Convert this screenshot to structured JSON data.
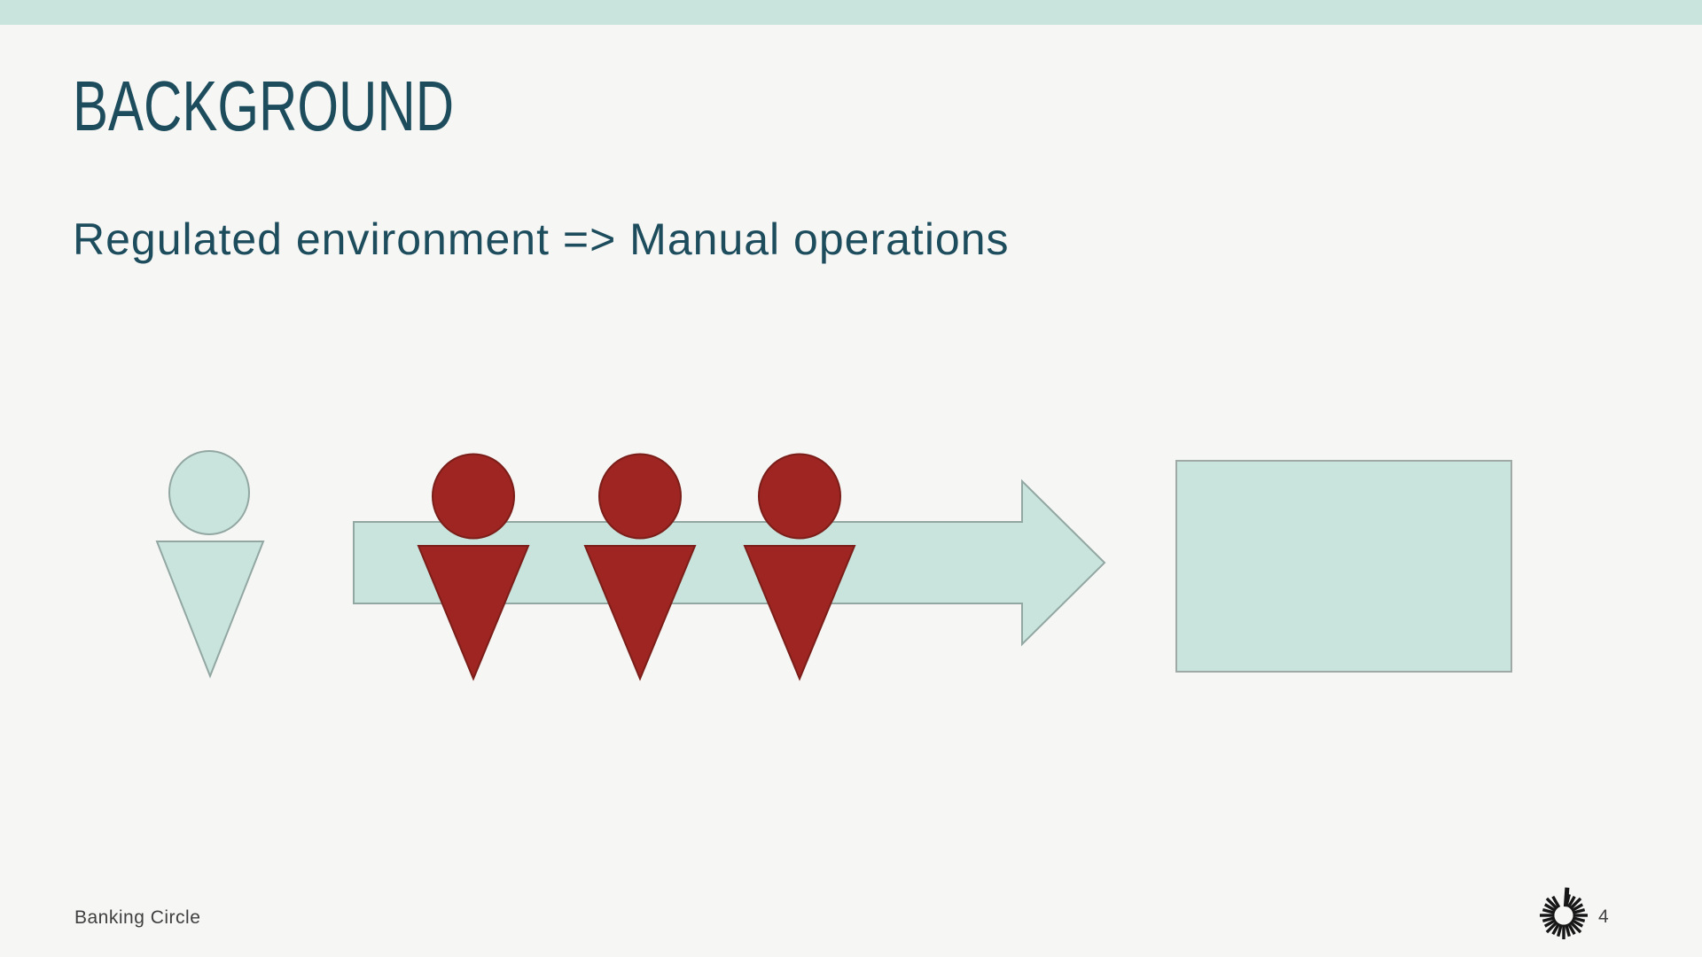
{
  "slide": {
    "title": "BACKGROUND",
    "subtitle": "Regulated environment => Manual operations",
    "footer": {
      "company": "Banking Circle",
      "page_number": "4"
    }
  },
  "colors": {
    "top_bar": "#c9e3dd",
    "background": "#f6f6f5",
    "heading_text": "#1d4d5d",
    "footer_text": "#3f3f3f",
    "page_number_text": "#424242",
    "shape_fill": "#c9e3dd",
    "shape_stroke": "#92a7a2",
    "box_stroke": "#9faaa7",
    "person_fill": "#9e2521",
    "person_stroke": "#7b1e19",
    "logo": "#161616"
  },
  "diagram": {
    "type": "flow",
    "elements": [
      {
        "name": "single-person",
        "shape": "person-icon",
        "count": 1,
        "color_role": "teal"
      },
      {
        "name": "process-arrow",
        "shape": "right-arrow",
        "count": 1,
        "color_role": "teal"
      },
      {
        "name": "manual-operators",
        "shape": "person-icon",
        "count": 3,
        "color_role": "red"
      },
      {
        "name": "outcome-box",
        "shape": "rectangle",
        "count": 1,
        "color_role": "teal"
      }
    ]
  }
}
